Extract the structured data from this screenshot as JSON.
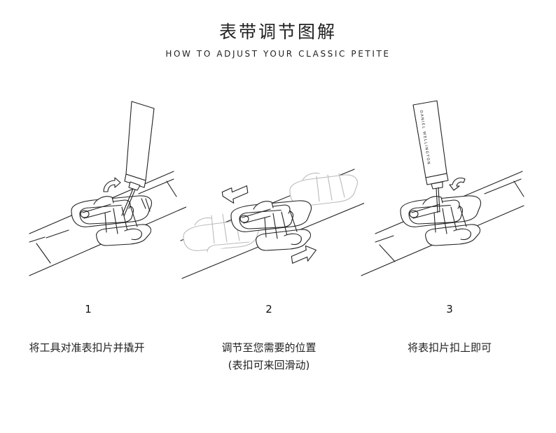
{
  "header": {
    "title": "表带调节图解",
    "subtitle": "HOW TO ADJUST YOUR CLASSIC PETITE"
  },
  "steps": [
    {
      "number": "1",
      "caption_line1": "将工具对准表扣片并撬开",
      "caption_line2": ""
    },
    {
      "number": "2",
      "caption_line1": "调节至您需要的位置",
      "caption_line2": "(表扣可来回滑动)"
    },
    {
      "number": "3",
      "caption_line1": "将表扣片扣上即可",
      "caption_line2": ""
    }
  ],
  "tool_brand_text": "DANIEL WELLINGTON"
}
